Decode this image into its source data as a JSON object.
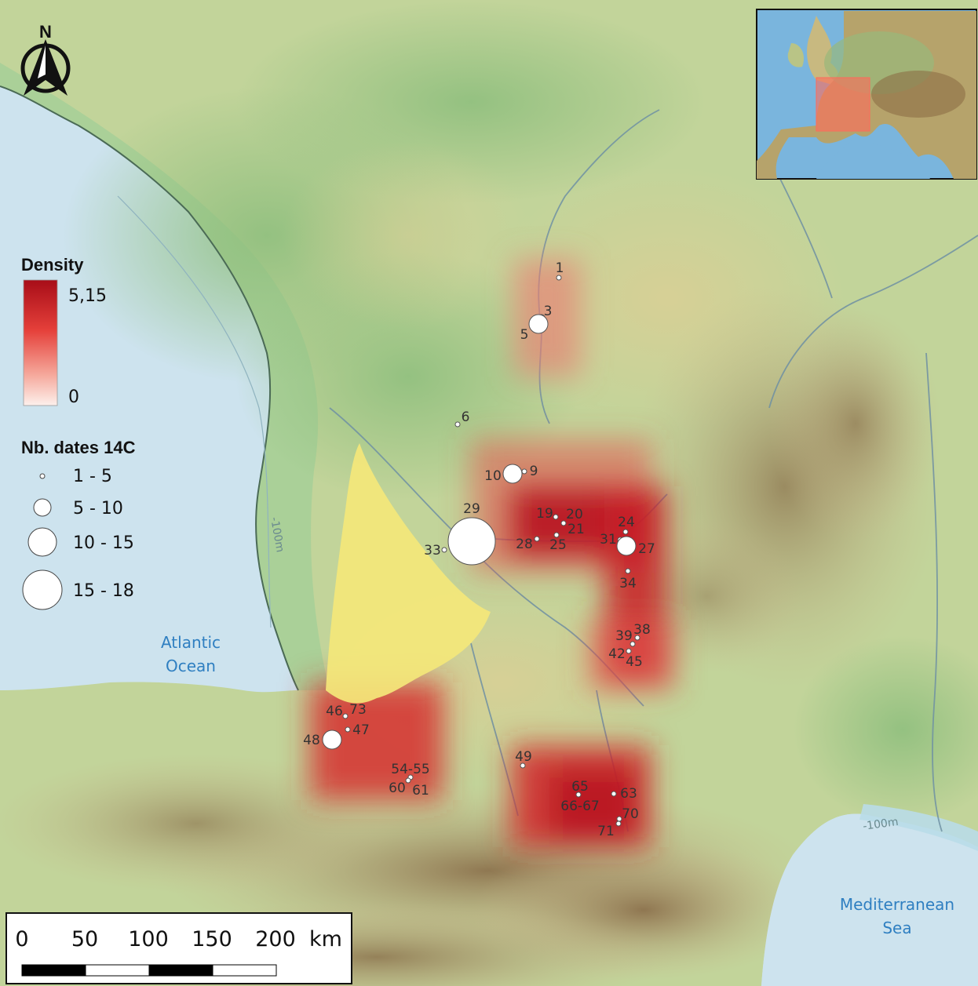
{
  "north": {
    "label": "N"
  },
  "seas": [
    {
      "id": "atlantic",
      "lines": [
        "Atlantic",
        "Ocean"
      ]
    },
    {
      "id": "mediterranean",
      "lines": [
        "Mediterranean",
        "Sea"
      ]
    }
  ],
  "contours": [
    {
      "id": "atlantic-contour",
      "label": "-100m"
    },
    {
      "id": "med-contour",
      "label": "-100m"
    }
  ],
  "legend": {
    "density_title": "Density",
    "density_max": "5,15",
    "density_min": "0",
    "dates_title": "Nb. dates 14C",
    "dates_classes": [
      "1 - 5",
      "5 - 10",
      "10 - 15",
      "15 - 18"
    ]
  },
  "scalebar": {
    "ticks": [
      "0",
      "50",
      "100",
      "150",
      "200"
    ],
    "unit": "km"
  },
  "colors": {
    "density_high": "#b3101c",
    "density_low": "#fbeae6",
    "yellow_zone": "#f4e77a",
    "inset_box": "#ff6a5a"
  },
  "sites": [
    {
      "label": "1"
    },
    {
      "label": "3"
    },
    {
      "label": "5"
    },
    {
      "label": "6"
    },
    {
      "label": "9"
    },
    {
      "label": "10"
    },
    {
      "label": "19"
    },
    {
      "label": "20"
    },
    {
      "label": "21"
    },
    {
      "label": "25"
    },
    {
      "label": "28"
    },
    {
      "label": "29"
    },
    {
      "label": "33"
    },
    {
      "label": "24"
    },
    {
      "label": "31"
    },
    {
      "label": "27"
    },
    {
      "label": "34"
    },
    {
      "label": "38"
    },
    {
      "label": "39"
    },
    {
      "label": "42"
    },
    {
      "label": "45"
    },
    {
      "label": "46"
    },
    {
      "label": "73"
    },
    {
      "label": "47"
    },
    {
      "label": "48"
    },
    {
      "label": "54-55"
    },
    {
      "label": "60"
    },
    {
      "label": "61"
    },
    {
      "label": "49"
    },
    {
      "label": "65"
    },
    {
      "label": "63"
    },
    {
      "label": "66-67"
    },
    {
      "label": "70"
    },
    {
      "label": "71"
    }
  ]
}
